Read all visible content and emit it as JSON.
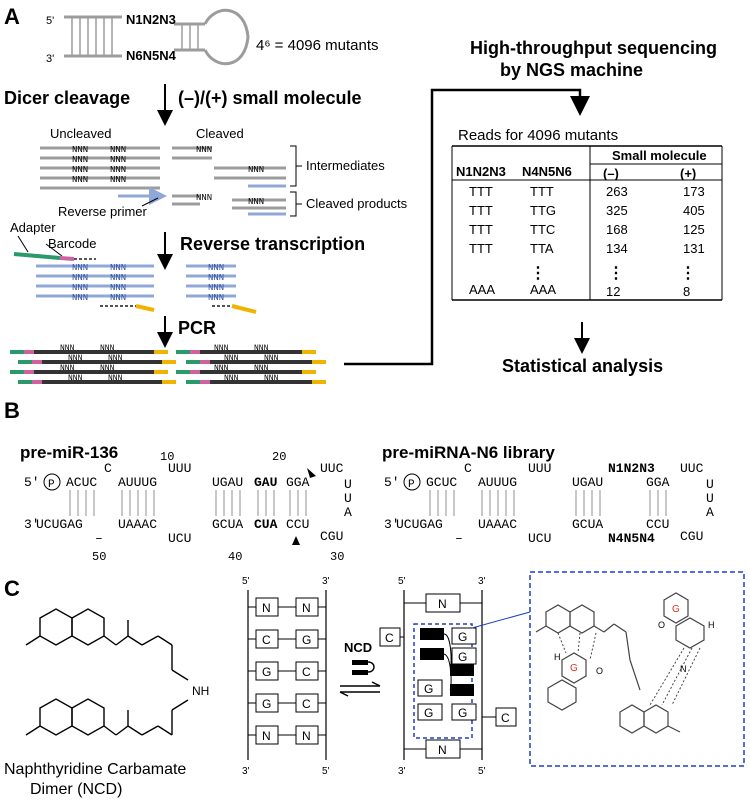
{
  "panel_a": {
    "label": "A",
    "five_prime": "5'",
    "three_prime": "3'",
    "n123_sub": "N1N2N3",
    "n654_sub": "N6N5N4",
    "mutant_count": "4⁶ = 4096 mutants",
    "dicer_label": "Dicer cleavage",
    "small_molecule_label": "(–)/(+) small molecule",
    "uncleaved": "Uncleaved",
    "cleaved": "Cleaved",
    "nnn": "NNN",
    "intermediates": "Intermediates",
    "reverse_primer": "Reverse primer",
    "cleaved_products": "Cleaved products",
    "adapter": "Adapter",
    "barcode": "Barcode",
    "rt_label": "Reverse transcription",
    "pcr_label": "PCR",
    "ngs_line1": "High-throughput sequencing",
    "ngs_line2": "by NGS machine",
    "reads_title": "Reads for 4096 mutants",
    "table": {
      "col1": "N1N2N3",
      "col2": "N4N5N6",
      "group": "Small molecule",
      "minus": "(–)",
      "plus": "(+)",
      "rows": [
        [
          "TTT",
          "TTT",
          "263",
          "173"
        ],
        [
          "TTT",
          "TTG",
          "325",
          "405"
        ],
        [
          "TTT",
          "TTC",
          "168",
          "125"
        ],
        [
          "TTT",
          "TTA",
          "134",
          "131"
        ]
      ],
      "last_row": [
        "AAA",
        "AAA",
        "12",
        "8"
      ]
    },
    "statistical": "Statistical analysis"
  },
  "panel_b": {
    "label": "B",
    "title_left": "pre-miR-136",
    "title_right": "pre-miRNA-N6 library",
    "left_top_bulge": "C",
    "left_num10": "10",
    "left_num20": "20",
    "left_top_loop": "UUU",
    "left_loop_top": "UUC",
    "left_top_strand_a": "ACUC",
    "left_top_strand_b": "AUUUG",
    "left_top_strand_c": "UGAU",
    "left_top_strand_bold": "GAU",
    "left_top_strand_d": "GGA",
    "left_bottom_a": "UCUGAG",
    "left_bottom_b": "UAAAC",
    "left_bottom_c": "GCUA",
    "left_bottom_bold": "CUA",
    "left_bottom_d": "CCU",
    "left_bottom_loop": "UCU",
    "left_cgu": "CGU",
    "left_num50": "50",
    "left_num40": "40",
    "left_num30": "30",
    "loop_u1": "U",
    "loop_u2": "U",
    "loop_a": "A",
    "p": "P",
    "five_p": "5'",
    "three_p": "3'",
    "right_top_a": "GCUC",
    "right_top_b": "AUUUG",
    "right_top_c": "UGAU",
    "right_top_n": "N1N2N3",
    "right_top_d": "GGA",
    "right_bottom_a": "UCUGAG",
    "right_bottom_b": "UAAAC",
    "right_bottom_c": "GCUA",
    "right_bottom_n": "N4N5N4",
    "right_bottom_d": "CCU"
  },
  "panel_c": {
    "label": "C",
    "nh": "NH",
    "name_line1": "Naphthyridine Carbamate",
    "name_line2": "Dimer (NCD)",
    "ncd": "NCD",
    "duplex_left": [
      "N",
      "C",
      "G",
      "G",
      "N"
    ],
    "duplex_right": [
      "N",
      "G",
      "C",
      "C",
      "N"
    ],
    "bound_left": [
      "N",
      "G",
      "G",
      "N"
    ],
    "bound_right": [
      "N",
      "G",
      "G",
      "G",
      "N"
    ],
    "flip_c": "C",
    "g": "G",
    "h": "H",
    "o": "O",
    "n": "N"
  },
  "colors": {
    "gray": "#9c9c9c",
    "blue": "#8fa8d8",
    "green": "#2a9a6a",
    "pink": "#d060a0",
    "yellow": "#f0b400",
    "dark": "#333333",
    "dashed_blue": "#1f3fc8",
    "red": "#e03020"
  }
}
